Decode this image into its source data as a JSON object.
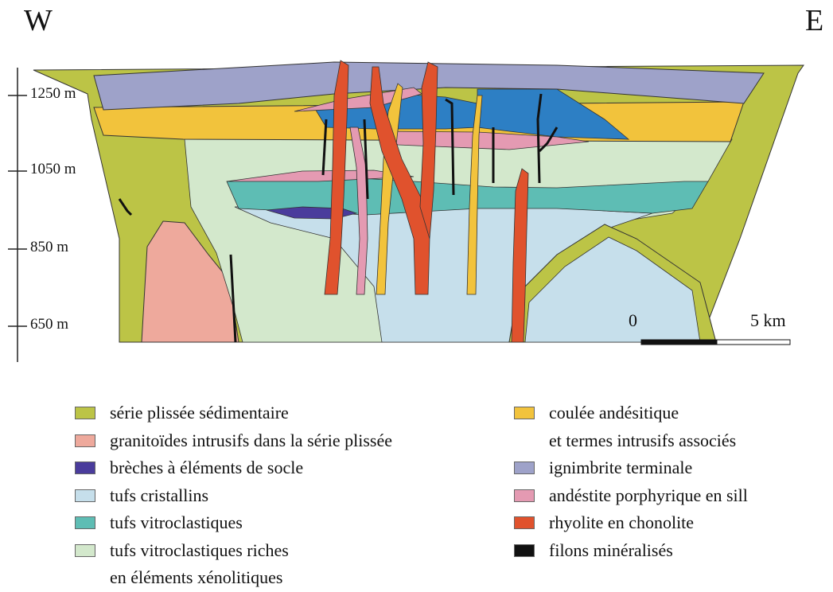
{
  "orientation": {
    "west": "W",
    "east": "E"
  },
  "elevations": [
    "1250 m",
    "1050 m",
    "850 m",
    "650 m"
  ],
  "scale": {
    "start": "0",
    "end": "5 km"
  },
  "colors": {
    "serie_plissee": "#bcc446",
    "granitoides": "#eea99c",
    "breches": "#4a3c9c",
    "tufs_cristallins": "#c6dfeb",
    "tufs_vitroclastiques": "#5ebdb4",
    "tufs_riches": "#d3e8cc",
    "coulee_andesitique": "#f2c33c",
    "ignimbrite": "#9ea2c9",
    "andesite_porphyrique": "#e49ab2",
    "rhyolite": "#e0522d",
    "filons": "#111111"
  },
  "legend_left": [
    {
      "label": "série plissée sédimentaire",
      "color_key": "serie_plissee"
    },
    {
      "label": "granitoïdes intrusifs dans la série plissée",
      "color_key": "granitoides"
    },
    {
      "label": "brèches à éléments de socle",
      "color_key": "breches"
    },
    {
      "label": "tufs cristallins",
      "color_key": "tufs_cristallins"
    },
    {
      "label": "tufs vitroclastiques",
      "color_key": "tufs_vitroclastiques"
    },
    {
      "label": "tufs vitroclastiques riches",
      "continuation": "en éléments xénolitiques",
      "color_key": "tufs_riches"
    }
  ],
  "legend_right": [
    {
      "label": "coulée andésitique",
      "continuation": "et termes intrusifs associés",
      "color_key": "coulee_andesitique"
    },
    {
      "label": "ignimbrite terminale",
      "color_key": "ignimbrite"
    },
    {
      "label": "andéstite porphyrique en sill",
      "color_key": "andesite_porphyrique"
    },
    {
      "label": "rhyolite en chonolite",
      "color_key": "rhyolite"
    },
    {
      "label": "filons minéralisés",
      "color_key": "filons"
    }
  ]
}
